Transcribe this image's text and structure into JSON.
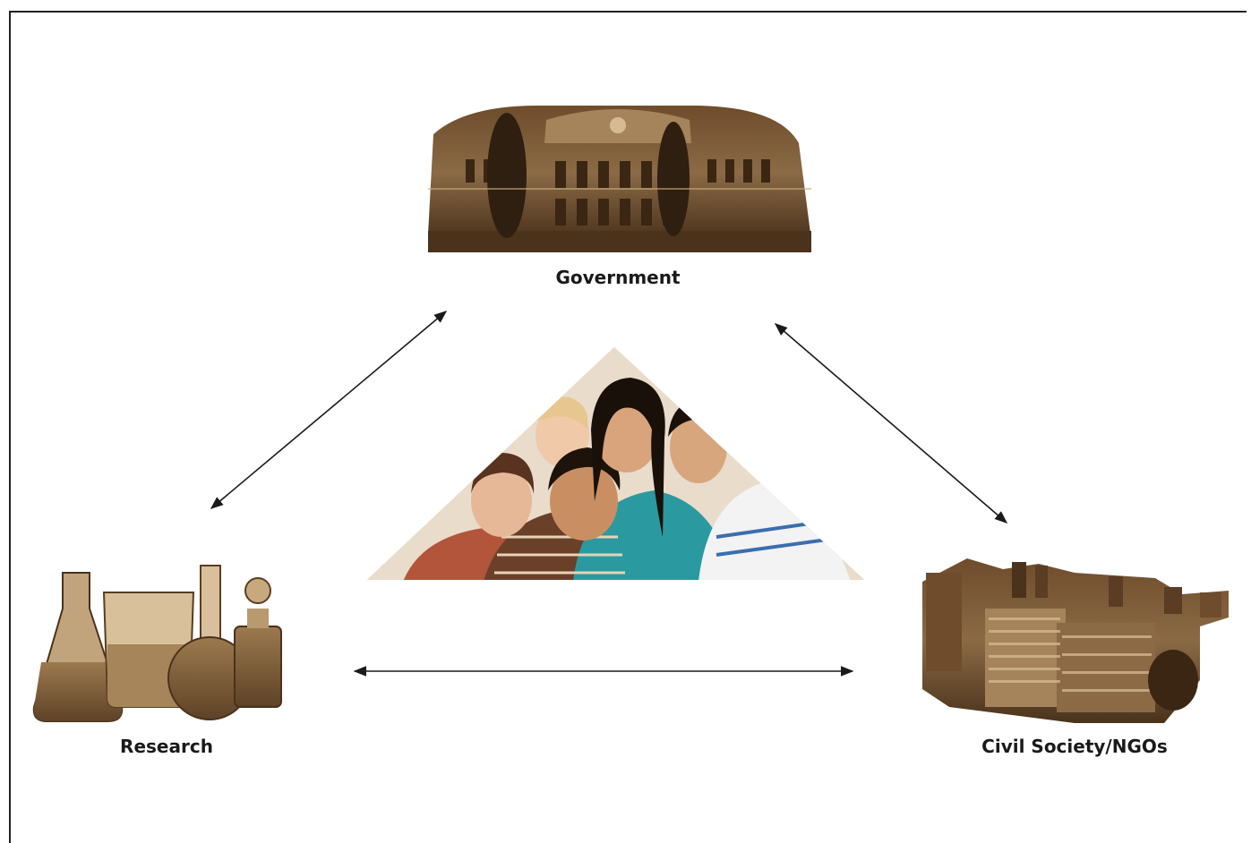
{
  "nodes": {
    "government": {
      "label": "Government",
      "icon": "parliament-building-icon"
    },
    "research": {
      "label": "Research",
      "icon": "lab-glassware-icon"
    },
    "civil": {
      "label": "Civil Society/NGOs",
      "icon": "city-buildings-icon"
    },
    "center": {
      "icon": "youth-group-photo"
    }
  },
  "edges": [
    {
      "from": "research",
      "to": "government",
      "direction": "bidirectional"
    },
    {
      "from": "government",
      "to": "civil",
      "direction": "bidirectional"
    },
    {
      "from": "research",
      "to": "civil",
      "direction": "bidirectional"
    }
  ],
  "colors": {
    "sepia_dark": "#5a3d22",
    "sepia_mid": "#8b6a45",
    "sepia_light": "#c8a97e",
    "triangle_gold": "#c99a3d",
    "arrow": "#1a1a1a"
  }
}
